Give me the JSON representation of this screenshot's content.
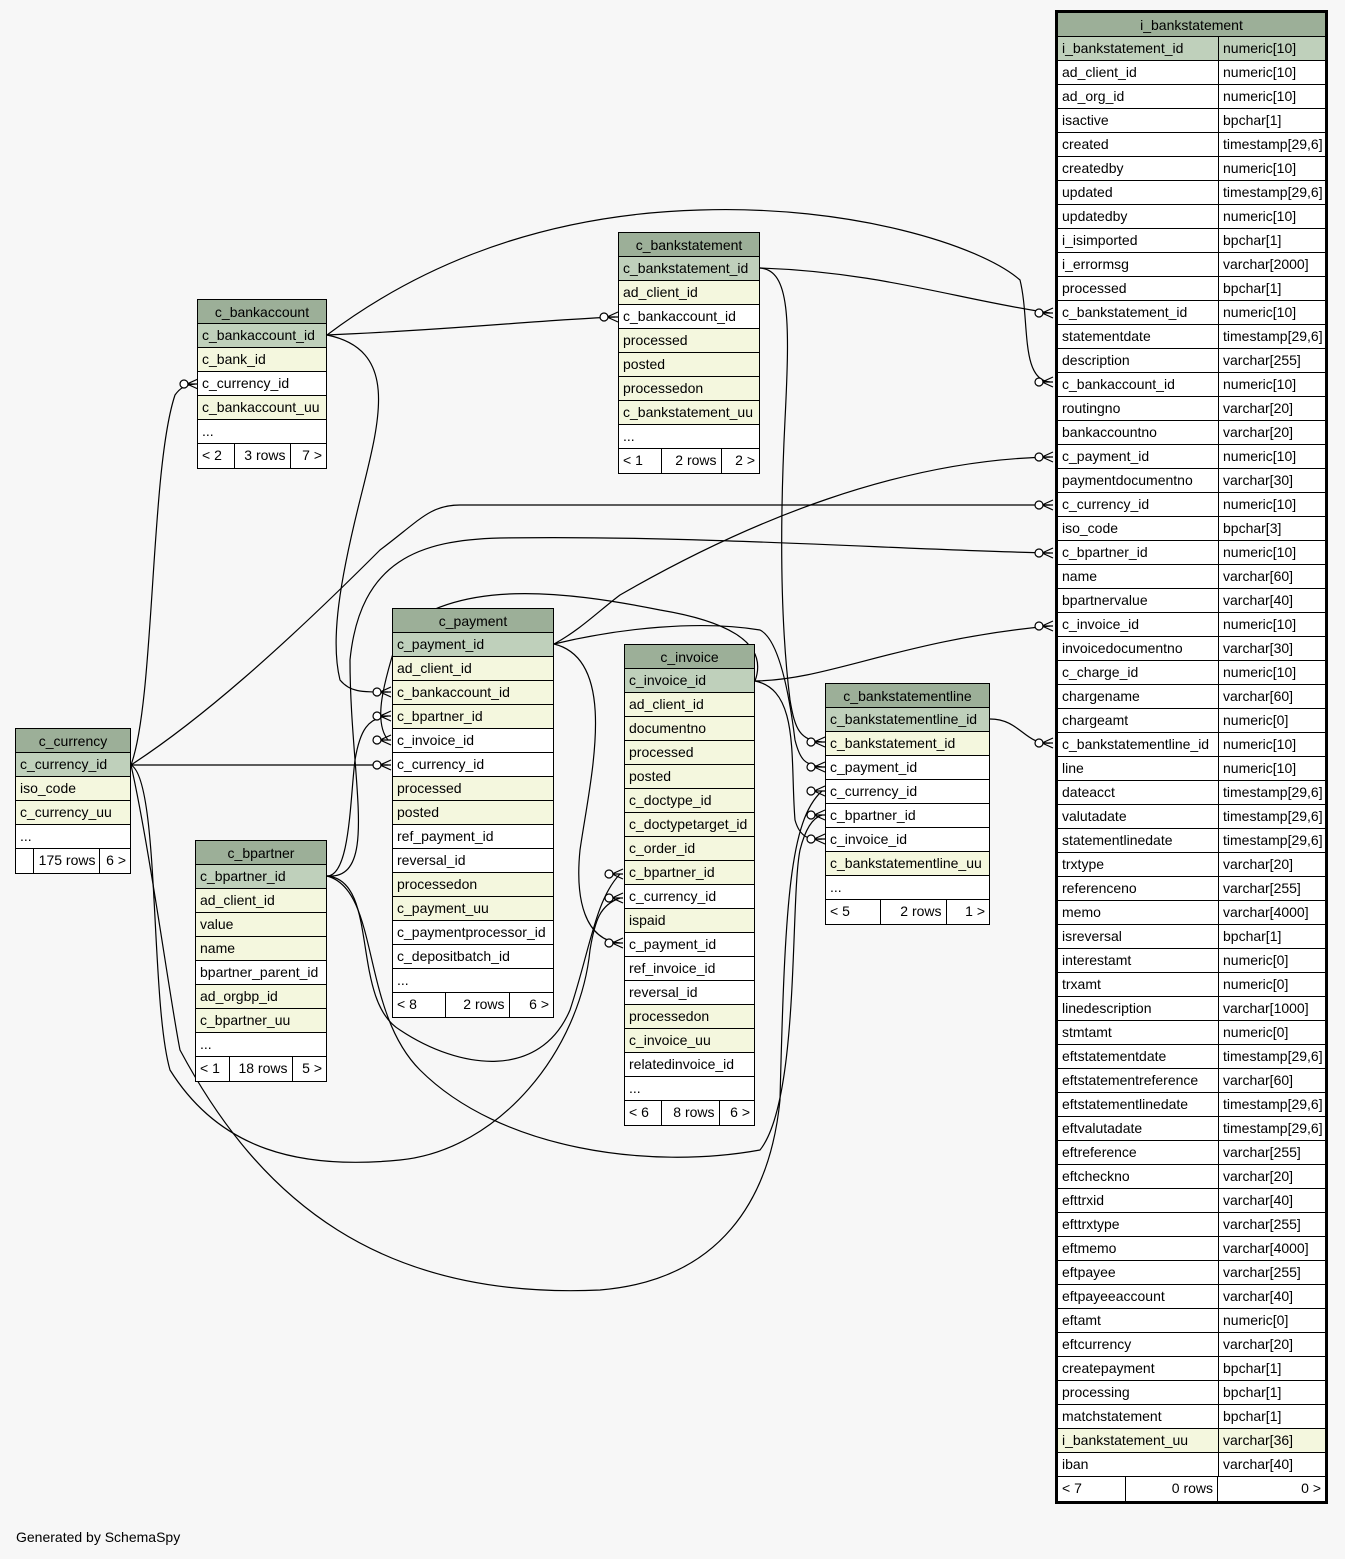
{
  "footer": "Generated by SchemaSpy",
  "colors": {
    "header": "#9caf98",
    "pk": "#bfd0bb",
    "indexed": "#f4f7de",
    "plain": "#ffffff",
    "background": "#f7f7f7"
  },
  "tables": {
    "c_bankaccount": {
      "name": "c_bankaccount",
      "columns": [
        {
          "name": "c_bankaccount_id",
          "kind": "pk"
        },
        {
          "name": "c_bank_id",
          "kind": "idx"
        },
        {
          "name": "c_currency_id",
          "kind": "pl"
        },
        {
          "name": "c_bankaccount_uu",
          "kind": "idx"
        },
        {
          "name": "...",
          "kind": "more"
        }
      ],
      "footer": [
        "< 2",
        "3 rows",
        "7 >"
      ]
    },
    "c_bankstatement": {
      "name": "c_bankstatement",
      "columns": [
        {
          "name": "c_bankstatement_id",
          "kind": "pk"
        },
        {
          "name": "ad_client_id",
          "kind": "idx"
        },
        {
          "name": "c_bankaccount_id",
          "kind": "pl"
        },
        {
          "name": "processed",
          "kind": "idx"
        },
        {
          "name": "posted",
          "kind": "idx"
        },
        {
          "name": "processedon",
          "kind": "idx"
        },
        {
          "name": "c_bankstatement_uu",
          "kind": "idx"
        },
        {
          "name": "...",
          "kind": "more"
        }
      ],
      "footer": [
        "< 1",
        "2 rows",
        "2 >"
      ]
    },
    "c_currency": {
      "name": "c_currency",
      "columns": [
        {
          "name": "c_currency_id",
          "kind": "pk"
        },
        {
          "name": "iso_code",
          "kind": "idx"
        },
        {
          "name": "c_currency_uu",
          "kind": "idx"
        },
        {
          "name": "...",
          "kind": "more"
        }
      ],
      "footer": [
        "",
        "175 rows",
        "6 >"
      ]
    },
    "c_bpartner": {
      "name": "c_bpartner",
      "columns": [
        {
          "name": "c_bpartner_id",
          "kind": "pk"
        },
        {
          "name": "ad_client_id",
          "kind": "idx"
        },
        {
          "name": "value",
          "kind": "idx"
        },
        {
          "name": "name",
          "kind": "idx"
        },
        {
          "name": "bpartner_parent_id",
          "kind": "pl"
        },
        {
          "name": "ad_orgbp_id",
          "kind": "idx"
        },
        {
          "name": "c_bpartner_uu",
          "kind": "idx"
        },
        {
          "name": "...",
          "kind": "more"
        }
      ],
      "footer": [
        "< 1",
        "18 rows",
        "5 >"
      ]
    },
    "c_payment": {
      "name": "c_payment",
      "columns": [
        {
          "name": "c_payment_id",
          "kind": "pk"
        },
        {
          "name": "ad_client_id",
          "kind": "idx"
        },
        {
          "name": "c_bankaccount_id",
          "kind": "idx"
        },
        {
          "name": "c_bpartner_id",
          "kind": "idx"
        },
        {
          "name": "c_invoice_id",
          "kind": "pl"
        },
        {
          "name": "c_currency_id",
          "kind": "pl"
        },
        {
          "name": "processed",
          "kind": "idx"
        },
        {
          "name": "posted",
          "kind": "idx"
        },
        {
          "name": "ref_payment_id",
          "kind": "pl"
        },
        {
          "name": "reversal_id",
          "kind": "pl"
        },
        {
          "name": "processedon",
          "kind": "idx"
        },
        {
          "name": "c_payment_uu",
          "kind": "idx"
        },
        {
          "name": "c_paymentprocessor_id",
          "kind": "pl"
        },
        {
          "name": "c_depositbatch_id",
          "kind": "pl"
        },
        {
          "name": "...",
          "kind": "more"
        }
      ],
      "footer": [
        "< 8",
        "2 rows",
        "6 >"
      ]
    },
    "c_invoice": {
      "name": "c_invoice",
      "columns": [
        {
          "name": "c_invoice_id",
          "kind": "pk"
        },
        {
          "name": "ad_client_id",
          "kind": "idx"
        },
        {
          "name": "documentno",
          "kind": "idx"
        },
        {
          "name": "processed",
          "kind": "idx"
        },
        {
          "name": "posted",
          "kind": "idx"
        },
        {
          "name": "c_doctype_id",
          "kind": "idx"
        },
        {
          "name": "c_doctypetarget_id",
          "kind": "idx"
        },
        {
          "name": "c_order_id",
          "kind": "idx"
        },
        {
          "name": "c_bpartner_id",
          "kind": "idx"
        },
        {
          "name": "c_currency_id",
          "kind": "pl"
        },
        {
          "name": "ispaid",
          "kind": "idx"
        },
        {
          "name": "c_payment_id",
          "kind": "pl"
        },
        {
          "name": "ref_invoice_id",
          "kind": "pl"
        },
        {
          "name": "reversal_id",
          "kind": "pl"
        },
        {
          "name": "processedon",
          "kind": "idx"
        },
        {
          "name": "c_invoice_uu",
          "kind": "idx"
        },
        {
          "name": "relatedinvoice_id",
          "kind": "pl"
        },
        {
          "name": "...",
          "kind": "more"
        }
      ],
      "footer": [
        "< 6",
        "8 rows",
        "6 >"
      ]
    },
    "c_bankstatementline": {
      "name": "c_bankstatementline",
      "columns": [
        {
          "name": "c_bankstatementline_id",
          "kind": "pk"
        },
        {
          "name": "c_bankstatement_id",
          "kind": "idx"
        },
        {
          "name": "c_payment_id",
          "kind": "pl"
        },
        {
          "name": "c_currency_id",
          "kind": "pl"
        },
        {
          "name": "c_bpartner_id",
          "kind": "pl"
        },
        {
          "name": "c_invoice_id",
          "kind": "pl"
        },
        {
          "name": "c_bankstatementline_uu",
          "kind": "idx"
        },
        {
          "name": "...",
          "kind": "more"
        }
      ],
      "footer": [
        "< 5",
        "2 rows",
        "1 >"
      ]
    },
    "i_bankstatement": {
      "name": "i_bankstatement",
      "columns": [
        {
          "name": "i_bankstatement_id",
          "type": "numeric[10]",
          "kind": "pk"
        },
        {
          "name": "ad_client_id",
          "type": "numeric[10]",
          "kind": "pl"
        },
        {
          "name": "ad_org_id",
          "type": "numeric[10]",
          "kind": "pl"
        },
        {
          "name": "isactive",
          "type": "bpchar[1]",
          "kind": "pl"
        },
        {
          "name": "created",
          "type": "timestamp[29,6]",
          "kind": "pl"
        },
        {
          "name": "createdby",
          "type": "numeric[10]",
          "kind": "pl"
        },
        {
          "name": "updated",
          "type": "timestamp[29,6]",
          "kind": "pl"
        },
        {
          "name": "updatedby",
          "type": "numeric[10]",
          "kind": "pl"
        },
        {
          "name": "i_isimported",
          "type": "bpchar[1]",
          "kind": "pl"
        },
        {
          "name": "i_errormsg",
          "type": "varchar[2000]",
          "kind": "pl"
        },
        {
          "name": "processed",
          "type": "bpchar[1]",
          "kind": "pl"
        },
        {
          "name": "c_bankstatement_id",
          "type": "numeric[10]",
          "kind": "pl"
        },
        {
          "name": "statementdate",
          "type": "timestamp[29,6]",
          "kind": "pl"
        },
        {
          "name": "description",
          "type": "varchar[255]",
          "kind": "pl"
        },
        {
          "name": "c_bankaccount_id",
          "type": "numeric[10]",
          "kind": "pl"
        },
        {
          "name": "routingno",
          "type": "varchar[20]",
          "kind": "pl"
        },
        {
          "name": "bankaccountno",
          "type": "varchar[20]",
          "kind": "pl"
        },
        {
          "name": "c_payment_id",
          "type": "numeric[10]",
          "kind": "pl"
        },
        {
          "name": "paymentdocumentno",
          "type": "varchar[30]",
          "kind": "pl"
        },
        {
          "name": "c_currency_id",
          "type": "numeric[10]",
          "kind": "pl"
        },
        {
          "name": "iso_code",
          "type": "bpchar[3]",
          "kind": "pl"
        },
        {
          "name": "c_bpartner_id",
          "type": "numeric[10]",
          "kind": "pl"
        },
        {
          "name": "name",
          "type": "varchar[60]",
          "kind": "pl"
        },
        {
          "name": "bpartnervalue",
          "type": "varchar[40]",
          "kind": "pl"
        },
        {
          "name": "c_invoice_id",
          "type": "numeric[10]",
          "kind": "pl"
        },
        {
          "name": "invoicedocumentno",
          "type": "varchar[30]",
          "kind": "pl"
        },
        {
          "name": "c_charge_id",
          "type": "numeric[10]",
          "kind": "pl"
        },
        {
          "name": "chargename",
          "type": "varchar[60]",
          "kind": "pl"
        },
        {
          "name": "chargeamt",
          "type": "numeric[0]",
          "kind": "pl"
        },
        {
          "name": "c_bankstatementline_id",
          "type": "numeric[10]",
          "kind": "pl"
        },
        {
          "name": "line",
          "type": "numeric[10]",
          "kind": "pl"
        },
        {
          "name": "dateacct",
          "type": "timestamp[29,6]",
          "kind": "pl"
        },
        {
          "name": "valutadate",
          "type": "timestamp[29,6]",
          "kind": "pl"
        },
        {
          "name": "statementlinedate",
          "type": "timestamp[29,6]",
          "kind": "pl"
        },
        {
          "name": "trxtype",
          "type": "varchar[20]",
          "kind": "pl"
        },
        {
          "name": "referenceno",
          "type": "varchar[255]",
          "kind": "pl"
        },
        {
          "name": "memo",
          "type": "varchar[4000]",
          "kind": "pl"
        },
        {
          "name": "isreversal",
          "type": "bpchar[1]",
          "kind": "pl"
        },
        {
          "name": "interestamt",
          "type": "numeric[0]",
          "kind": "pl"
        },
        {
          "name": "trxamt",
          "type": "numeric[0]",
          "kind": "pl"
        },
        {
          "name": "linedescription",
          "type": "varchar[1000]",
          "kind": "pl"
        },
        {
          "name": "stmtamt",
          "type": "numeric[0]",
          "kind": "pl"
        },
        {
          "name": "eftstatementdate",
          "type": "timestamp[29,6]",
          "kind": "pl"
        },
        {
          "name": "eftstatementreference",
          "type": "varchar[60]",
          "kind": "pl"
        },
        {
          "name": "eftstatementlinedate",
          "type": "timestamp[29,6]",
          "kind": "pl"
        },
        {
          "name": "eftvalutadate",
          "type": "timestamp[29,6]",
          "kind": "pl"
        },
        {
          "name": "eftreference",
          "type": "varchar[255]",
          "kind": "pl"
        },
        {
          "name": "eftcheckno",
          "type": "varchar[20]",
          "kind": "pl"
        },
        {
          "name": "efttrxid",
          "type": "varchar[40]",
          "kind": "pl"
        },
        {
          "name": "efttrxtype",
          "type": "varchar[255]",
          "kind": "pl"
        },
        {
          "name": "eftmemo",
          "type": "varchar[4000]",
          "kind": "pl"
        },
        {
          "name": "eftpayee",
          "type": "varchar[255]",
          "kind": "pl"
        },
        {
          "name": "eftpayeeaccount",
          "type": "varchar[40]",
          "kind": "pl"
        },
        {
          "name": "eftamt",
          "type": "numeric[0]",
          "kind": "pl"
        },
        {
          "name": "eftcurrency",
          "type": "varchar[20]",
          "kind": "pl"
        },
        {
          "name": "createpayment",
          "type": "bpchar[1]",
          "kind": "pl"
        },
        {
          "name": "processing",
          "type": "bpchar[1]",
          "kind": "pl"
        },
        {
          "name": "matchstatement",
          "type": "bpchar[1]",
          "kind": "pl"
        },
        {
          "name": "i_bankstatement_uu",
          "type": "varchar[36]",
          "kind": "idx"
        },
        {
          "name": "iban",
          "type": "varchar[40]",
          "kind": "pl"
        }
      ],
      "footer": [
        "< 7",
        "0 rows",
        "0 >"
      ]
    }
  }
}
